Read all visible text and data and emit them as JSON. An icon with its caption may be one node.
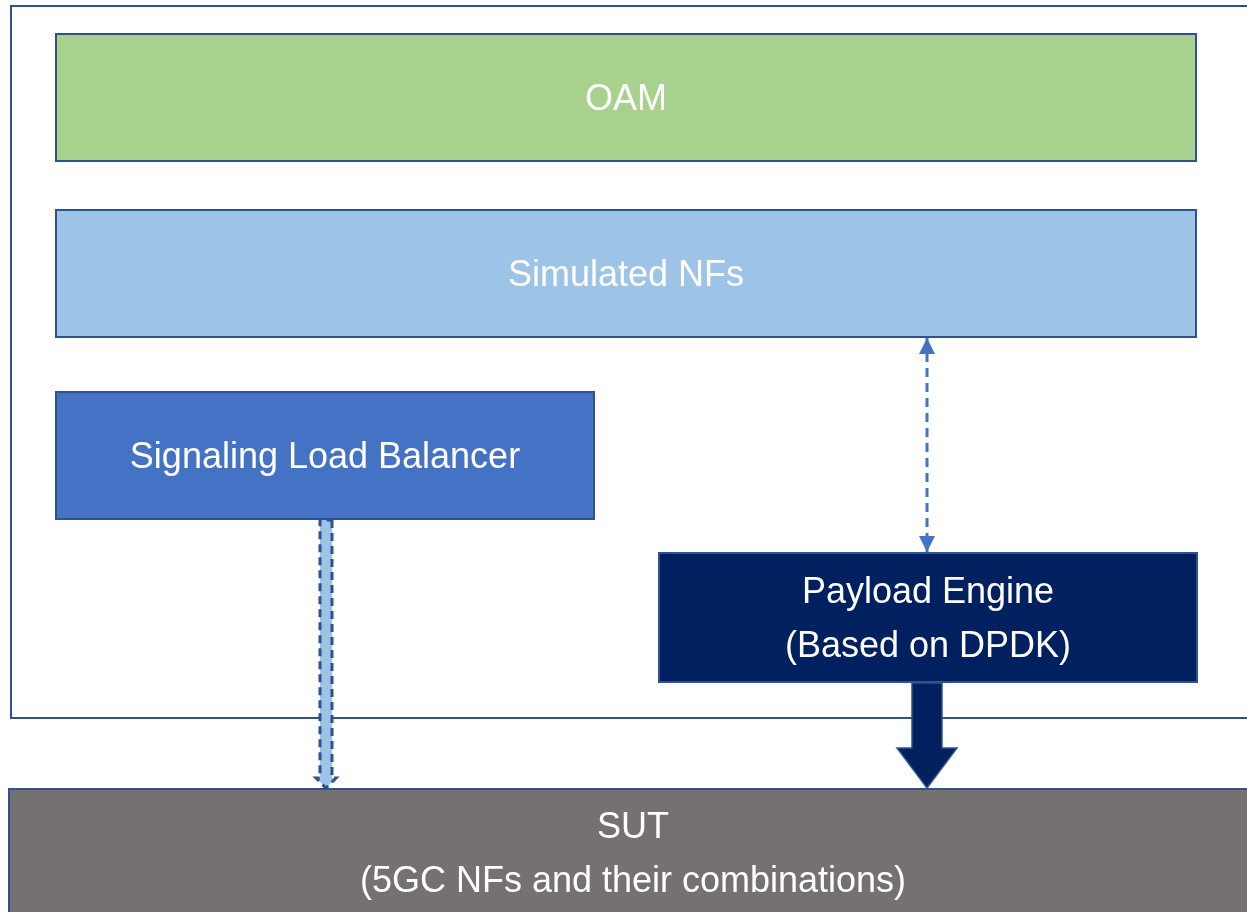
{
  "diagram": {
    "nodes": [
      {
        "text": [],
        "shape": "box"
      },
      {
        "text": [
          "OAM"
        ],
        "in": 0
      },
      {
        "text": [
          "Simulated NFs"
        ],
        "in": 0
      },
      {
        "text": [
          "Signaling Load Balancer"
        ],
        "in": 0
      },
      {
        "text": [
          "Payload Engine",
          "(Based on DPDK)"
        ],
        "in": 0
      },
      {
        "text": [
          "SUT",
          "(5GC NFs and their combinations)"
        ]
      }
    ],
    "edges": [
      {
        "from": 3,
        "to": 5,
        "arrow": "to",
        "style": "dashed",
        "color": "#9dc3e6"
      },
      {
        "from": 2,
        "to": 4,
        "arrow": "both",
        "style": "dashed",
        "color": "#4472c4"
      },
      {
        "from": 4,
        "to": 5,
        "arrow": "to",
        "style": "thick",
        "color": "#002060"
      }
    ]
  }
}
